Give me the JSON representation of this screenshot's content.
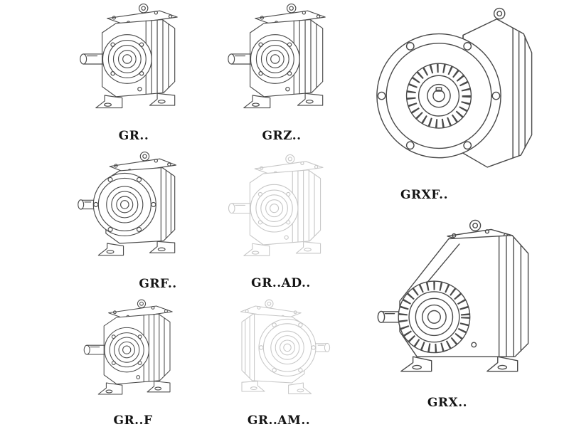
{
  "page": {
    "background": "#ffffff",
    "description_visible_text_only": true
  },
  "colors": {
    "line": "#4a4a4a",
    "faint_line": "#c7c7c7",
    "label_text": "#141414"
  },
  "figures": [
    {
      "label": "GR..",
      "drawing": "foot-mounted-gearbox-drawing",
      "style": "solid"
    },
    {
      "label": "GRZ..",
      "drawing": "foot-mounted-gearbox-drawing",
      "style": "solid"
    },
    {
      "label": "GRXF..",
      "drawing": "large-flange-gearbox-drawing",
      "style": "solid"
    },
    {
      "label": "GRF..",
      "drawing": "flange-gearbox-with-feet-drawing",
      "style": "solid"
    },
    {
      "label": "GR..AD..",
      "drawing": "gearbox-with-input-adapter-drawing",
      "style": "faint"
    },
    {
      "label": "GR..F",
      "drawing": "foot-mounted-gearbox-drawing",
      "style": "solid"
    },
    {
      "label": "GR..AM..",
      "drawing": "gearbox-with-motor-flange-drawing",
      "style": "faint"
    },
    {
      "label": "GRX..",
      "drawing": "large-foot-mounted-gearbox-drawing",
      "style": "solid"
    }
  ]
}
